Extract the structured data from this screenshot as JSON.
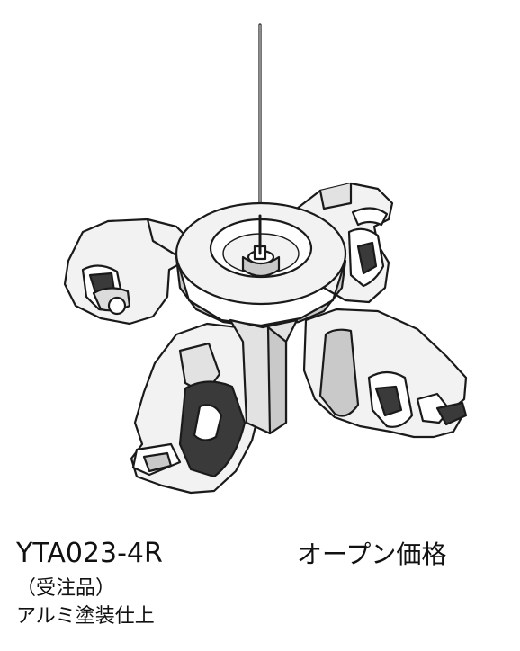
{
  "product": {
    "code": "YTA023-4R",
    "price": "オープン価格",
    "order_note": "（受注品）",
    "finish": "アルミ塗装仕上"
  },
  "figure": {
    "illustration_name": "ceiling-hanger-fitting-illustration",
    "colors": {
      "outline": "#1a1a1a",
      "body": "#f2f2f2",
      "shade": "#c9c9c9",
      "dark": "#3a3a3a",
      "background": "#ffffff"
    }
  }
}
